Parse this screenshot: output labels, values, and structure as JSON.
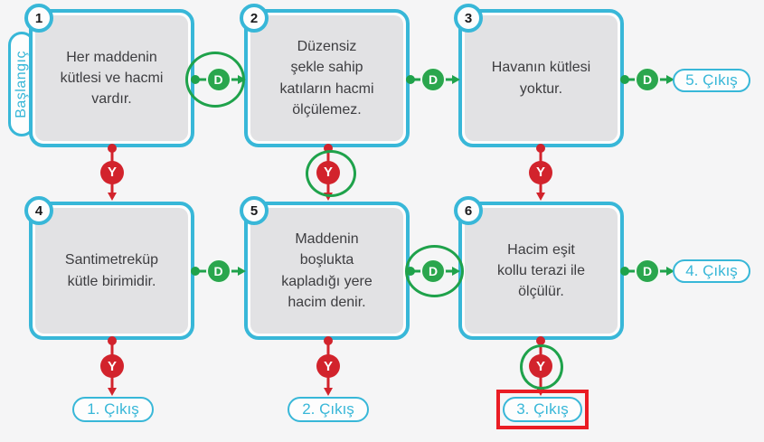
{
  "start": {
    "label": "Başlangıç"
  },
  "labels": {
    "true": "D",
    "false": "Y"
  },
  "boxes": [
    {
      "number": "1",
      "text": "Her maddenin\nkütlesi ve hacmi\nvardır."
    },
    {
      "number": "2",
      "text": "Düzensiz\nşekle sahip\nkatıların hacmi\nölçülemez."
    },
    {
      "number": "3",
      "text": "Havanın kütlesi\nyoktur."
    },
    {
      "number": "4",
      "text": "Santimetreküp\nkütle birimidir."
    },
    {
      "number": "5",
      "text": "Maddenin\nboşlukta\nkapladığı yere\nhacim denir."
    },
    {
      "number": "6",
      "text": "Hacim eşit\nkollu terazi ile\nölçülür."
    }
  ],
  "exits": [
    {
      "label": "1. Çıkış",
      "highlighted": false
    },
    {
      "label": "2. Çıkış",
      "highlighted": false
    },
    {
      "label": "3. Çıkış",
      "highlighted": true
    },
    {
      "label": "4. Çıkış",
      "highlighted": false
    },
    {
      "label": "5. Çıkış",
      "highlighted": false
    }
  ],
  "annotations": {
    "green_circles": [
      "D-after-box-1",
      "Y-below-box-2",
      "D-after-box-5",
      "Y-below-box-6"
    ],
    "red_rectangle_around": "3. Çıkış"
  },
  "colors": {
    "cyan": "#38b7d8",
    "green": "#1fa24b",
    "green_fill": "#2aa64d",
    "red": "#d2232c",
    "highlight_red": "#ea1c24",
    "box_fill": "#e2e2e4",
    "background": "#f5f5f6",
    "text": "#3d3d40"
  }
}
